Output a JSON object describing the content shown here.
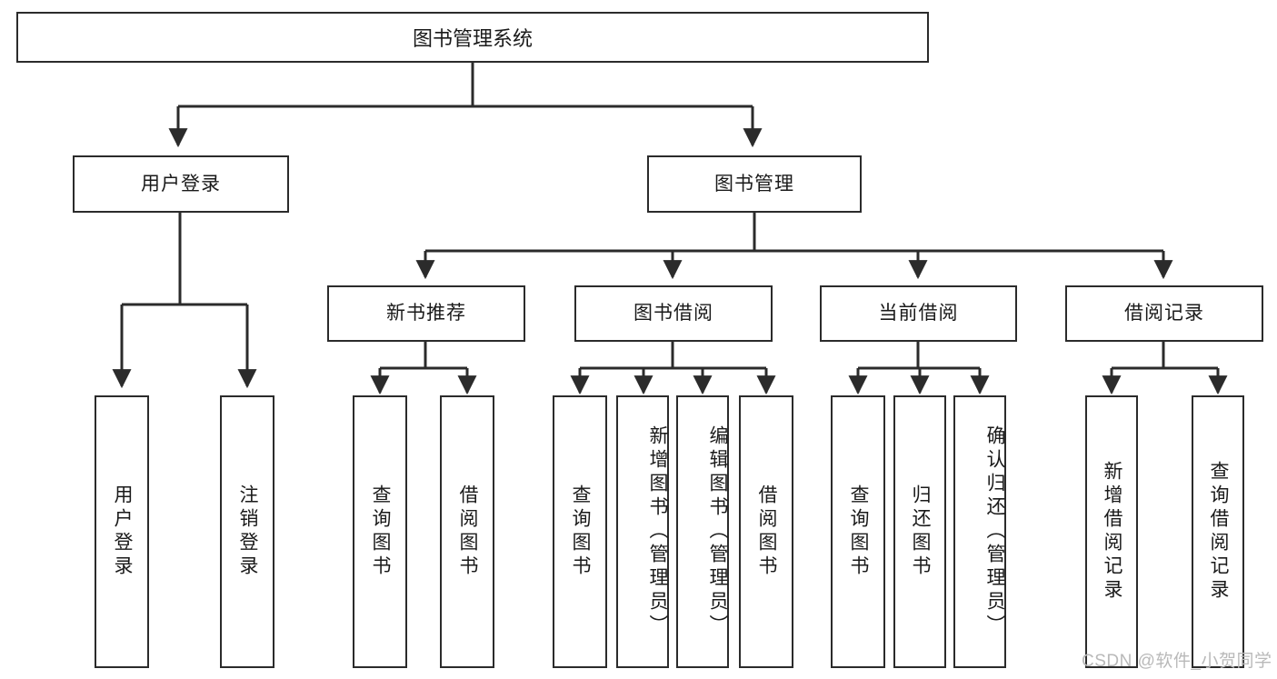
{
  "diagram": {
    "type": "tree",
    "title": "图书管理系统",
    "root": {
      "label": "图书管理系统"
    },
    "level2": [
      {
        "label": "用户登录"
      },
      {
        "label": "图书管理"
      }
    ],
    "level3": [
      {
        "label": "新书推荐"
      },
      {
        "label": "图书借阅"
      },
      {
        "label": "当前借阅"
      },
      {
        "label": "借阅记录"
      }
    ],
    "leaves": {
      "user_login": [
        {
          "label": "用户登录"
        },
        {
          "label": "注销登录"
        }
      ],
      "new_book_recommend": [
        {
          "label": "查询图书"
        },
        {
          "label": "借阅图书"
        }
      ],
      "book_borrow": [
        {
          "label": "查询图书"
        },
        {
          "label": "新增图书（管理员）"
        },
        {
          "label": "编辑图书（管理员）"
        },
        {
          "label": "借阅图书"
        }
      ],
      "current_borrow": [
        {
          "label": "查询图书"
        },
        {
          "label": "归还图书"
        },
        {
          "label": "确认归还（管理员）"
        }
      ],
      "borrow_record": [
        {
          "label": "新增借阅记录"
        },
        {
          "label": "查询借阅记录"
        }
      ]
    }
  },
  "watermark": {
    "text": "CSDN @软件_小贺同学"
  },
  "colors": {
    "stroke": "#2b2b2b",
    "background": "#ffffff",
    "text": "#1a1a1a",
    "watermark": "#b9b9b9"
  }
}
